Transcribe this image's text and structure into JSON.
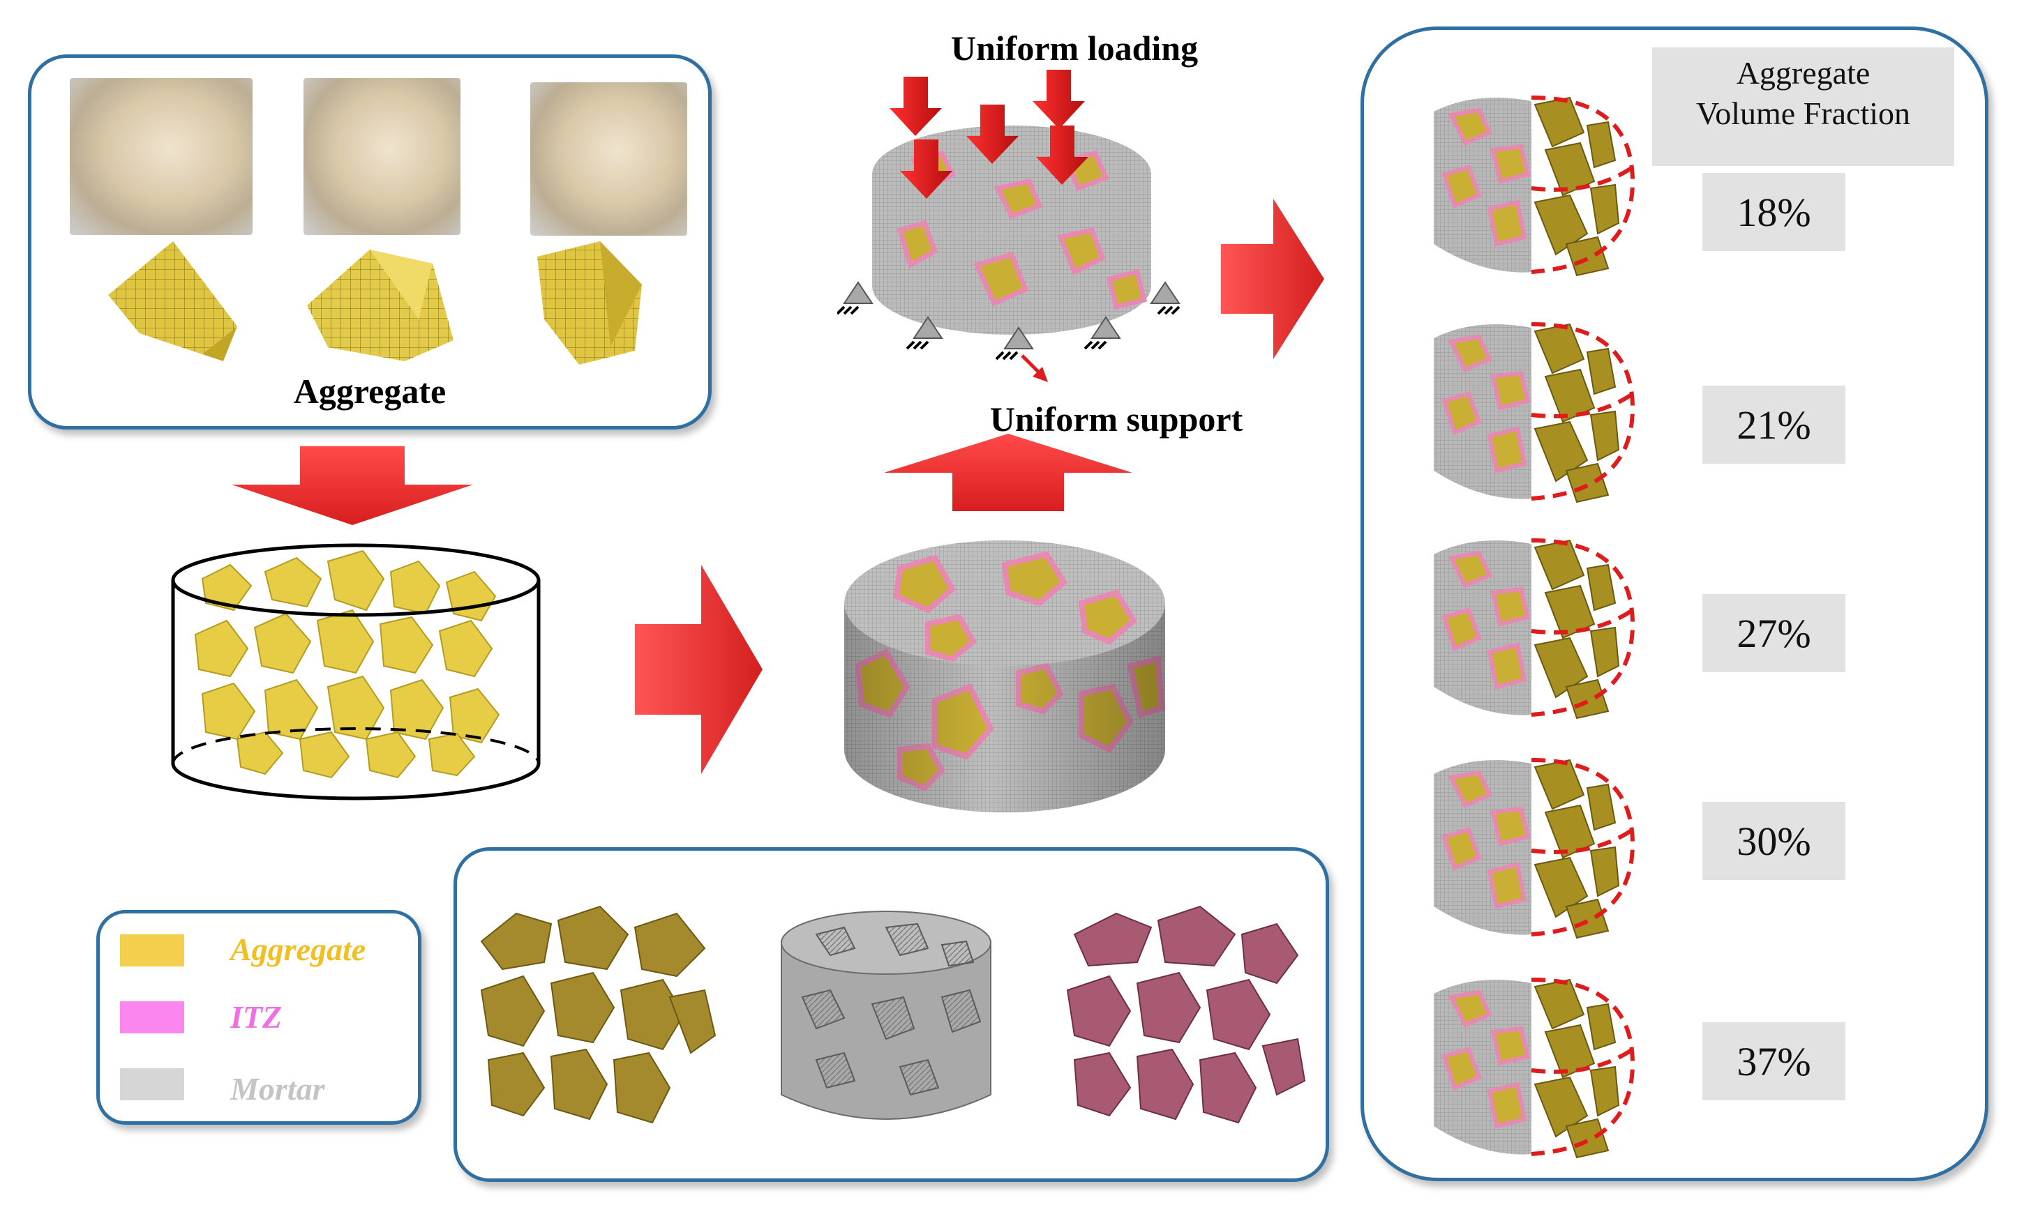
{
  "labels": {
    "aggregate": "Aggregate",
    "uniform_loading": "Uniform loading",
    "uniform_support": "Uniform support"
  },
  "legend": {
    "items": [
      {
        "label": "Aggregate",
        "swatch": "#f3cf4d",
        "text_color": "#f0bf22"
      },
      {
        "label": "ITZ",
        "swatch": "#fb86f0",
        "text_color": "#f06fe6"
      },
      {
        "label": "Mortar",
        "swatch": "#d6d6d6",
        "text_color": "#c4c4c4"
      }
    ]
  },
  "fraction_panel": {
    "header_line1": "Aggregate",
    "header_line2": "Volume Fraction",
    "values": [
      "18%",
      "21%",
      "27%",
      "30%",
      "37%"
    ]
  },
  "colors": {
    "panel_border": "#2f6fa1",
    "arrow_red": "#f03a3a",
    "aggregate_yellow": "#d9bf3a",
    "itz_pink": "#e889b4",
    "mortar_grey": "#b9b9b9",
    "dashed_red": "#e01b1b"
  }
}
